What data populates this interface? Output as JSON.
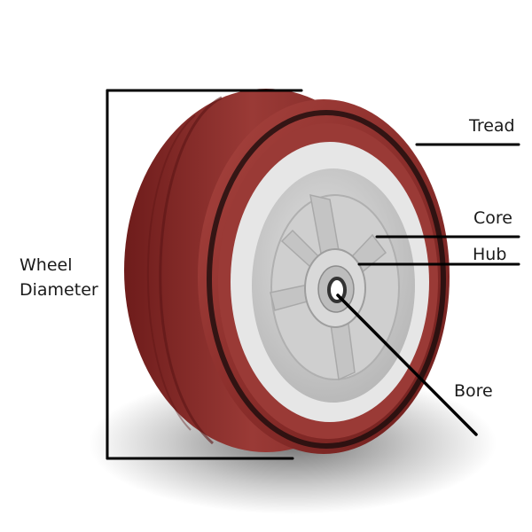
{
  "labels": {
    "tread": "Tread",
    "core": "Core",
    "hub": "Hub",
    "bore": "Bore",
    "wheel_diameter_line1": "Wheel",
    "wheel_diameter_line2": "Diameter"
  },
  "colors": {
    "tread_dark": "#6a1a1a",
    "tread_mid": "#8e2f2c",
    "tread_light": "#b5574f",
    "core_gray": "#c9c9c9",
    "core_light": "#e4e4e4",
    "leader_line": "#000000"
  }
}
